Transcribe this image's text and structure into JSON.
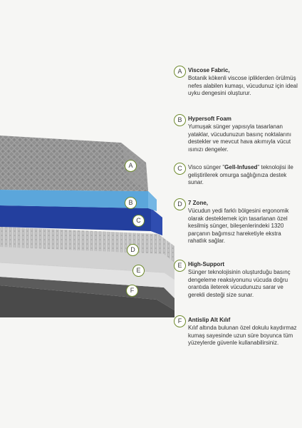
{
  "layers": [
    {
      "letter": "A",
      "title": "Viscose Fabric,",
      "description": "Botanik kökenli viscose ipliklerden örülmüş nefes alabilen kumaşı, vücudunuz için ideal uyku dengesini oluşturur."
    },
    {
      "letter": "B",
      "title": "Hypersoft Foam",
      "description": "Yumuşak sünger yapısıyla tasarlanan yataklar, vücudunuzun basınç noktalarını destekler ve mevcut hava akımıyla vücut ısınızı dengeler."
    },
    {
      "letter": "C",
      "title_prefix": "Visco sünger \"",
      "title_bold": "Gell-Infused",
      "title_suffix": "\" teknolojisi ile geliştirilerek omurga sağlığınıza destek sunar."
    },
    {
      "letter": "D",
      "title": "7 Zone,",
      "description": "Vücudun yedi farklı bölgesini ergonomik olarak desteklemek için tasarlanan özel kesilmiş sünger, bileşenlerindeki 1320 parçanın bağımsız hareketiyle ekstra rahatlık sağlar."
    },
    {
      "letter": "E",
      "title": "High-Support",
      "description": "Sünger teknolojisinin oluşturduğu basınç dengeleme reaksiyonunu vücuda doğru orantıda ileterek vücudunuzu sarar ve gerekli desteği size sunar."
    },
    {
      "letter": "F",
      "title": "Antislip Alt Kılıf",
      "description": "Kılıf altında bulunan özel dokulu kaydırmaz kumaş sayesinde uzun süre boyunca tüm yüzeylerde güvenle kullanabilirsiniz."
    }
  ],
  "colors": {
    "badge_border": "#6e8a2c",
    "layer_top": "#8e8e8e",
    "layer_b": "#5aa3d8",
    "layer_c": "#1f3a9b",
    "layer_d": "#cfcfcf",
    "layer_e": "#dcdcdc",
    "layer_f": "#555555"
  }
}
